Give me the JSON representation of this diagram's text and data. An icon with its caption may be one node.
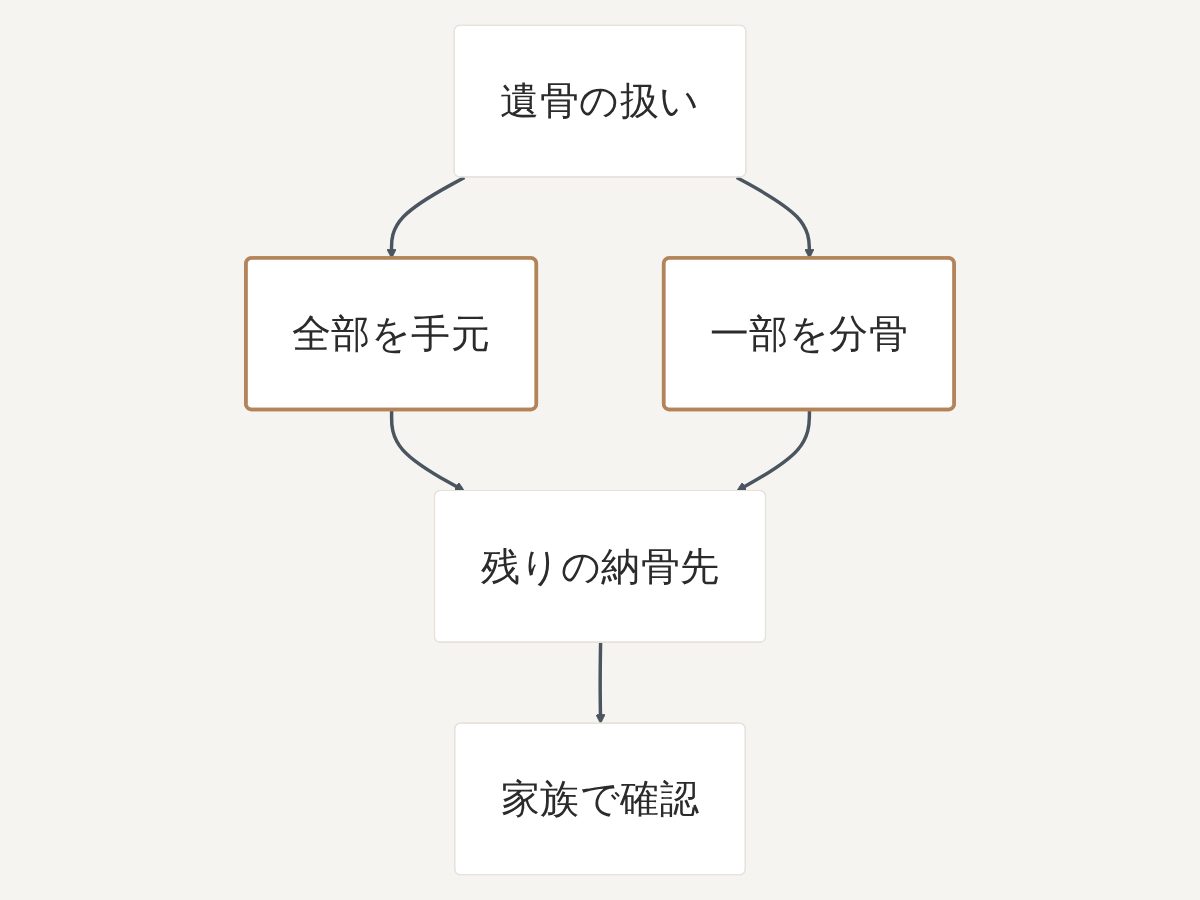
{
  "diagram": {
    "nodes": [
      {
        "text": [
          "遺骨の扱い"
        ]
      },
      {
        "text": [
          "全部を手元"
        ]
      },
      {
        "text": [
          "一部を分骨"
        ]
      },
      {
        "text": [
          "残りの納骨先"
        ]
      },
      {
        "text": [
          "家族で確認"
        ]
      }
    ],
    "edges": [
      {
        "from": 0,
        "to": 1,
        "arrow": "to"
      },
      {
        "from": 0,
        "to": 2,
        "arrow": "to"
      },
      {
        "from": 1,
        "to": 3,
        "arrow": "to"
      },
      {
        "from": 2,
        "to": 3,
        "arrow": "to"
      },
      {
        "from": 3,
        "to": 4,
        "arrow": "to"
      }
    ]
  }
}
